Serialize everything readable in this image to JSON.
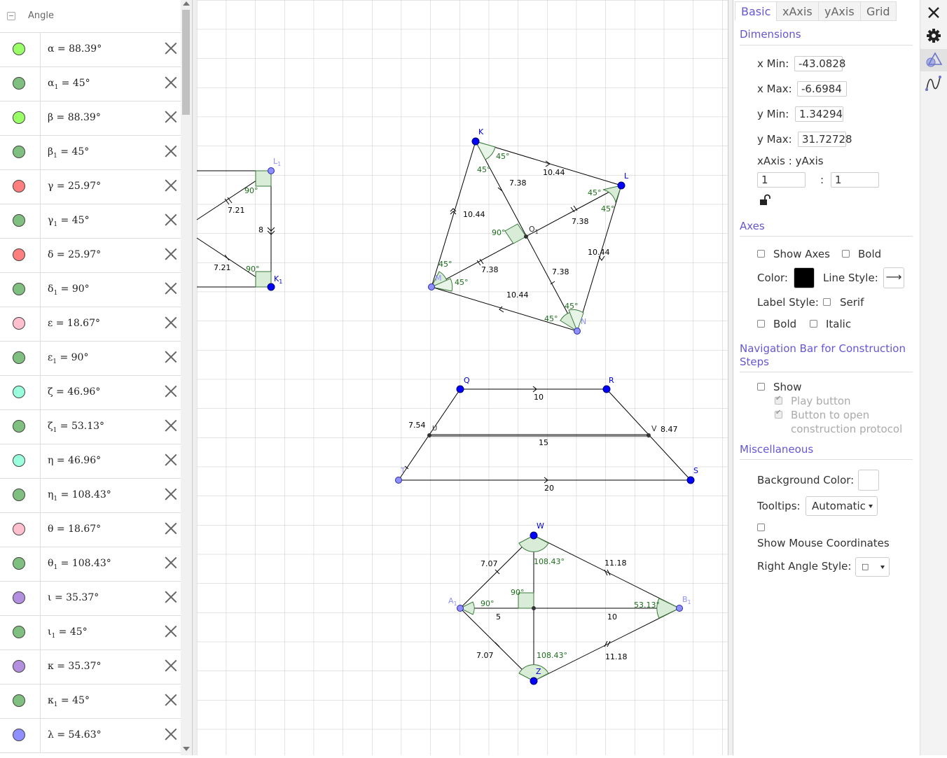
{
  "algebra": {
    "group_title": "Angle",
    "rows": [
      {
        "name": "α",
        "sub": "",
        "value": "88.39°",
        "color": "#99ff66"
      },
      {
        "name": "α",
        "sub": "1",
        "value": "45°",
        "color": "#7fbf7f"
      },
      {
        "name": "β",
        "sub": "",
        "value": "88.39°",
        "color": "#99ff66"
      },
      {
        "name": "β",
        "sub": "1",
        "value": "45°",
        "color": "#7fbf7f"
      },
      {
        "name": "γ",
        "sub": "",
        "value": "25.97°",
        "color": "#ff7f7f"
      },
      {
        "name": "γ",
        "sub": "1",
        "value": "45°",
        "color": "#7fbf7f"
      },
      {
        "name": "δ",
        "sub": "",
        "value": "25.97°",
        "color": "#ff7f7f"
      },
      {
        "name": "δ",
        "sub": "1",
        "value": "90°",
        "color": "#7fbf7f"
      },
      {
        "name": "ε",
        "sub": "",
        "value": "18.67°",
        "color": "#ffbfcf"
      },
      {
        "name": "ε",
        "sub": "1",
        "value": "90°",
        "color": "#7fbf7f"
      },
      {
        "name": "ζ",
        "sub": "",
        "value": "46.96°",
        "color": "#99ffdd"
      },
      {
        "name": "ζ",
        "sub": "1",
        "value": "53.13°",
        "color": "#7fbf7f"
      },
      {
        "name": "η",
        "sub": "",
        "value": "46.96°",
        "color": "#99ffdd"
      },
      {
        "name": "η",
        "sub": "1",
        "value": "108.43°",
        "color": "#7fbf7f"
      },
      {
        "name": "θ",
        "sub": "",
        "value": "18.67°",
        "color": "#ffbfcf"
      },
      {
        "name": "θ",
        "sub": "1",
        "value": "108.43°",
        "color": "#7fbf7f"
      },
      {
        "name": "ι",
        "sub": "",
        "value": "35.37°",
        "color": "#b28fdf"
      },
      {
        "name": "ι",
        "sub": "1",
        "value": "45°",
        "color": "#7fbf7f"
      },
      {
        "name": "κ",
        "sub": "",
        "value": "35.37°",
        "color": "#b28fdf"
      },
      {
        "name": "κ",
        "sub": "1",
        "value": "45°",
        "color": "#7fbf7f"
      },
      {
        "name": "λ",
        "sub": "",
        "value": "54.63°",
        "color": "#8f8fff"
      }
    ]
  },
  "graphics": {
    "labels": {
      "L1": "L",
      "L1sub": "1",
      "K1": "K",
      "K1sub": "1",
      "seg_721a": "7.21",
      "seg_721b": "7.21",
      "seg_8": "8",
      "ang_90a": "90°",
      "ang_90b": "90°",
      "K": "K",
      "L": "L",
      "M": "M",
      "N": "N",
      "O": "O",
      "Osub": "1",
      "kl": "10.44",
      "km": "10.44",
      "ln": "10.44",
      "mn": "10.44",
      "ko": "7.38",
      "lo": "7.38",
      "mo": "7.38",
      "no": "7.38",
      "k45a": "45°",
      "k45b": "45°",
      "l45a": "45°",
      "l45b": "45°",
      "m45a": "45°",
      "m45b": "45°",
      "n45a": "45°",
      "n45b": "45°",
      "o90": "90°",
      "Q": "Q",
      "R": "R",
      "S": "S",
      "T": "T",
      "U": "U",
      "V": "V",
      "qr": "10",
      "uv": "15",
      "ts": "20",
      "tu": "7.54",
      "vs": "8.47",
      "W": "W",
      "Z": "Z",
      "A1": "A",
      "A1sub": "1",
      "B1": "B",
      "B1sub": "1",
      "wa": "7.07",
      "za": "7.07",
      "wb": "11.18",
      "zb": "11.18",
      "a5": "5",
      "b10": "10",
      "w108": "108.43°",
      "z108": "108.43°",
      "a90": "90°",
      "c90": "90°",
      "b53": "53.13°"
    }
  },
  "properties": {
    "tabs": [
      "Basic",
      "xAxis",
      "yAxis",
      "Grid"
    ],
    "dimensions": {
      "title": "Dimensions",
      "xmin_label": "x Min:",
      "xmin": "-43.0828",
      "xmax_label": "x Max:",
      "xmax": "-6.6984",
      "ymin_label": "y Min:",
      "ymin": "1.34294",
      "ymax_label": "y Max:",
      "ymax": "31.72728",
      "ratio_label": "xAxis : yAxis",
      "ratio_x": "1",
      "ratio_sep": ":",
      "ratio_y": "1"
    },
    "axes": {
      "title": "Axes",
      "show_axes": "Show Axes",
      "bold": "Bold",
      "color_label": "Color:",
      "line_style_label": "Line Style:",
      "line_style_value": "⟶",
      "label_style": "Label Style:",
      "serif": "Serif",
      "bold2": "Bold",
      "italic": "Italic",
      "axis_color": "#000000"
    },
    "navbar": {
      "title_line1": "Navigation Bar for Construction",
      "title_line2": "Steps",
      "show": "Show",
      "play_button": "Play button",
      "open_protocol_line1": "Button to open",
      "open_protocol_line2": "construction protocol"
    },
    "misc": {
      "title": "Miscellaneous",
      "bg_color_label": "Background Color:",
      "bg_color": "#ffffff",
      "tooltips_label": "Tooltips:",
      "tooltips_value": "Automatic",
      "mouse_coords": "Show Mouse Coordinates",
      "right_angle_label": "Right Angle Style:",
      "right_angle_value": "□"
    }
  },
  "sidebar": {
    "close": "close-icon",
    "settings": "gear-icon",
    "graphics": "graphics-view-icon",
    "algebra": "function-curve-icon"
  }
}
